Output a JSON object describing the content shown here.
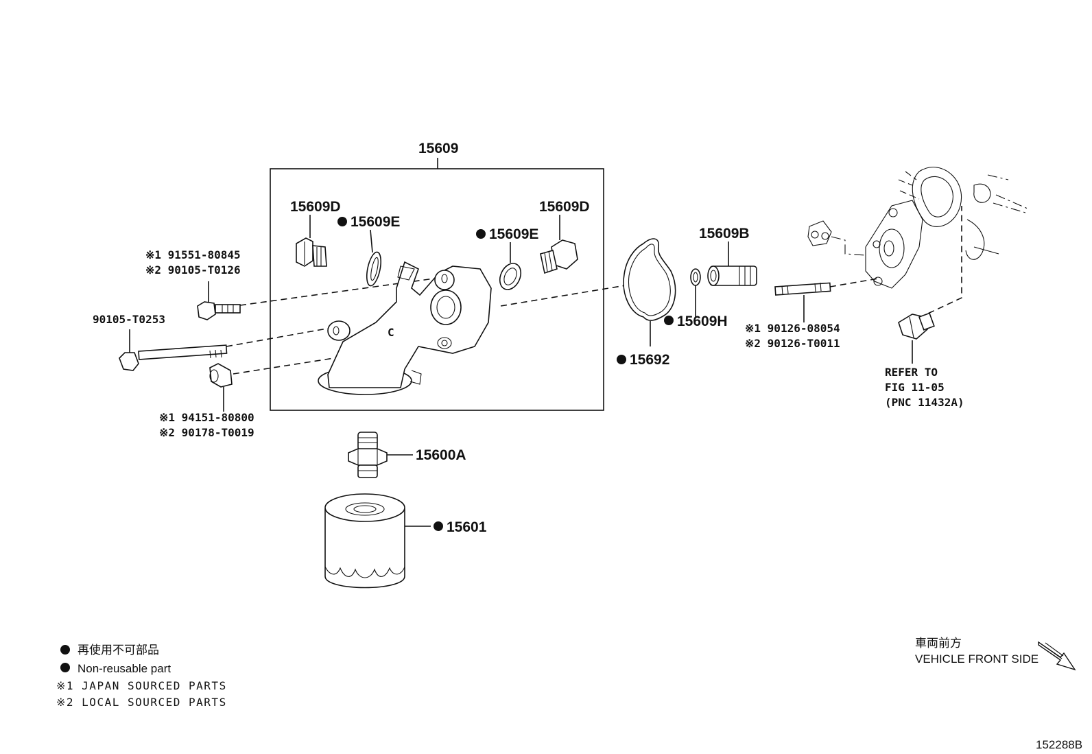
{
  "assembly": {
    "main_pnc": "15609"
  },
  "labels": {
    "p15609D_left": "15609D",
    "p15609E_left": "15609E",
    "p15609E_right": "15609E",
    "p15609D_right": "15609D",
    "p15609B": "15609B",
    "p15609H": "15609H",
    "p15692": "15692",
    "p15600A": "15600A",
    "p15601": "15601"
  },
  "bolt_upper": {
    "line1": "※1 91551-80845",
    "line2": "※2 90105-T0126"
  },
  "bolt_long": {
    "line1": "90105-T0253"
  },
  "washer_lower": {
    "line1": "※1 94151-80800",
    "line2": "※2 90178-T0019"
  },
  "stud": {
    "line1": "※1 90126-08054",
    "line2": "※2 90126-T0011"
  },
  "refer": {
    "line1": "REFER TO",
    "line2": "FIG 11-05",
    "line3": "(PNC 11432A)"
  },
  "legend": {
    "jp": "再使用不可部品",
    "en": "Non-reusable part",
    "japan": "※1 JAPAN SOURCED PARTS",
    "local": "※2 LOCAL SOURCED PARTS"
  },
  "direction": {
    "jp": "車両前方",
    "en": "VEHICLE FRONT SIDE"
  },
  "figure_id": "152288B"
}
